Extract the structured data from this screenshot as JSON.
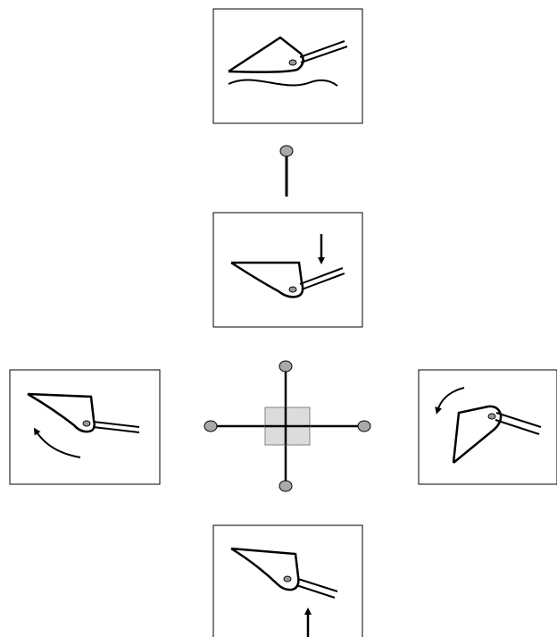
{
  "diagram": {
    "panels": [
      {
        "id": "top",
        "icon": "bucket-on-ground-icon"
      },
      {
        "id": "upper-middle",
        "icon": "bucket-lower-arrow-icon",
        "arrow": "down"
      },
      {
        "id": "left",
        "icon": "bucket-curl-in-icon",
        "arrow": "curved-up"
      },
      {
        "id": "right",
        "icon": "bucket-curl-out-icon",
        "arrow": "curved-left"
      },
      {
        "id": "bottom",
        "icon": "bucket-raise-arrow-icon",
        "arrow": "up"
      }
    ],
    "joystick": {
      "icon": "joystick-icon",
      "knob_color": "#a9a9a9",
      "center_color": "#dcdcdc"
    },
    "colors": {
      "stroke": "#000000",
      "background": "#ffffff"
    }
  }
}
